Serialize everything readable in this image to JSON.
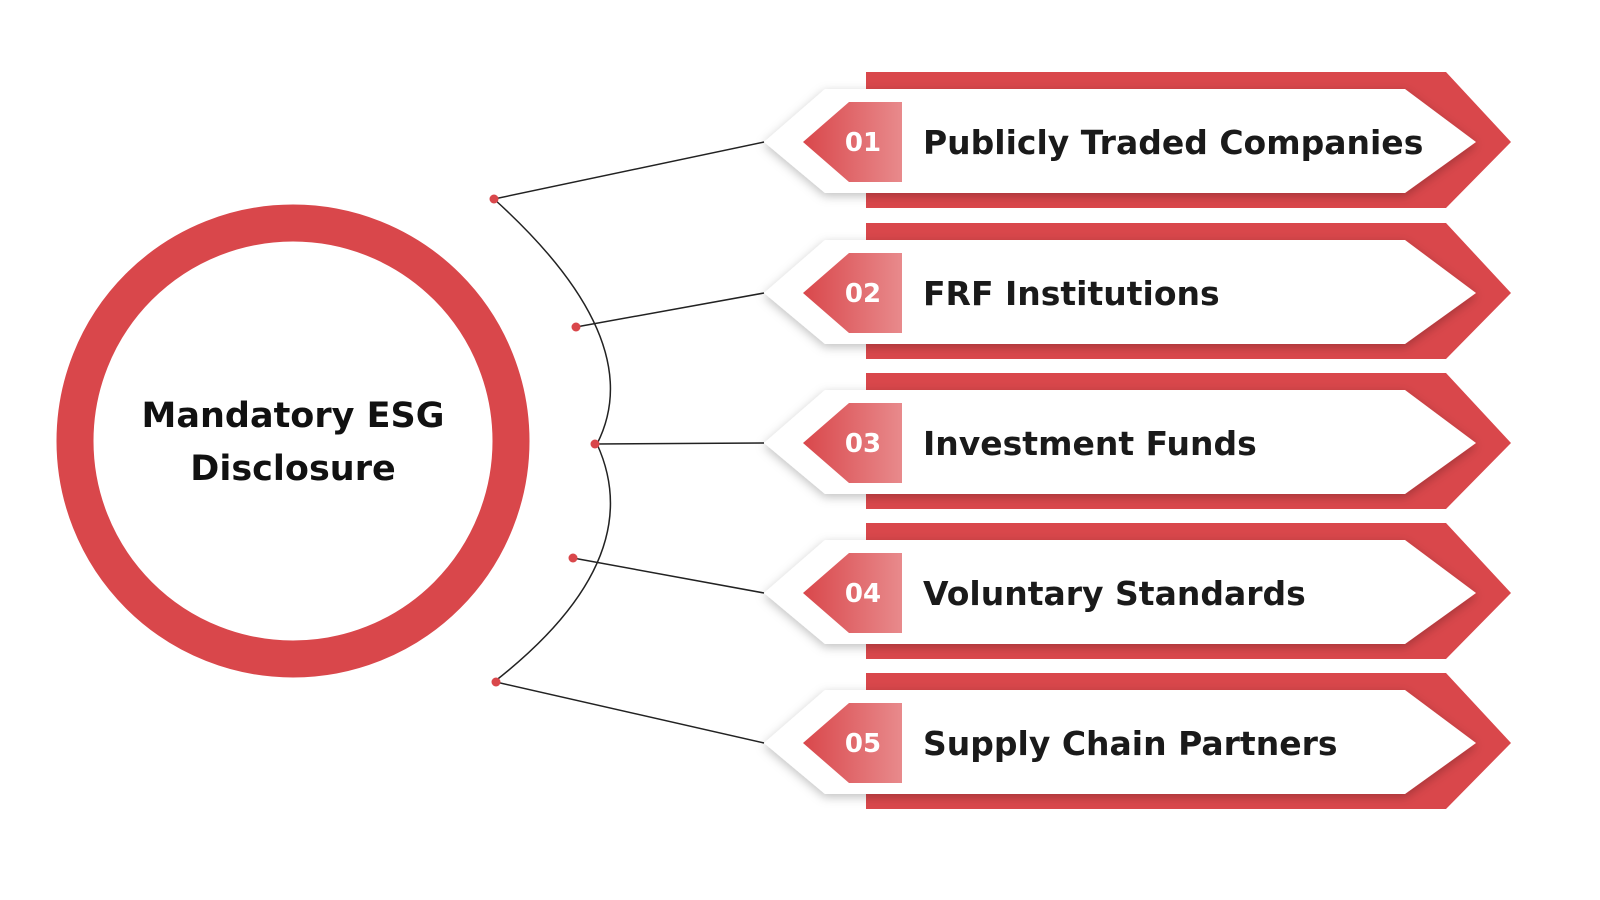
{
  "colors": {
    "accent": "#d9474b",
    "accent_dark": "#c73a3f",
    "accent_light": "#e88a8c",
    "text": "#1a1a1a",
    "line": "#222222",
    "background": "#ffffff"
  },
  "center": {
    "title_line1": "Mandatory ESG",
    "title_line2": "Disclosure"
  },
  "items": [
    {
      "number": "01",
      "label": "Publicly Traded Companies"
    },
    {
      "number": "02",
      "label": "FRF Institutions"
    },
    {
      "number": "03",
      "label": "Investment Funds"
    },
    {
      "number": "04",
      "label": "Voluntary Standards"
    },
    {
      "number": "05",
      "label": "Supply Chain Partners"
    }
  ]
}
